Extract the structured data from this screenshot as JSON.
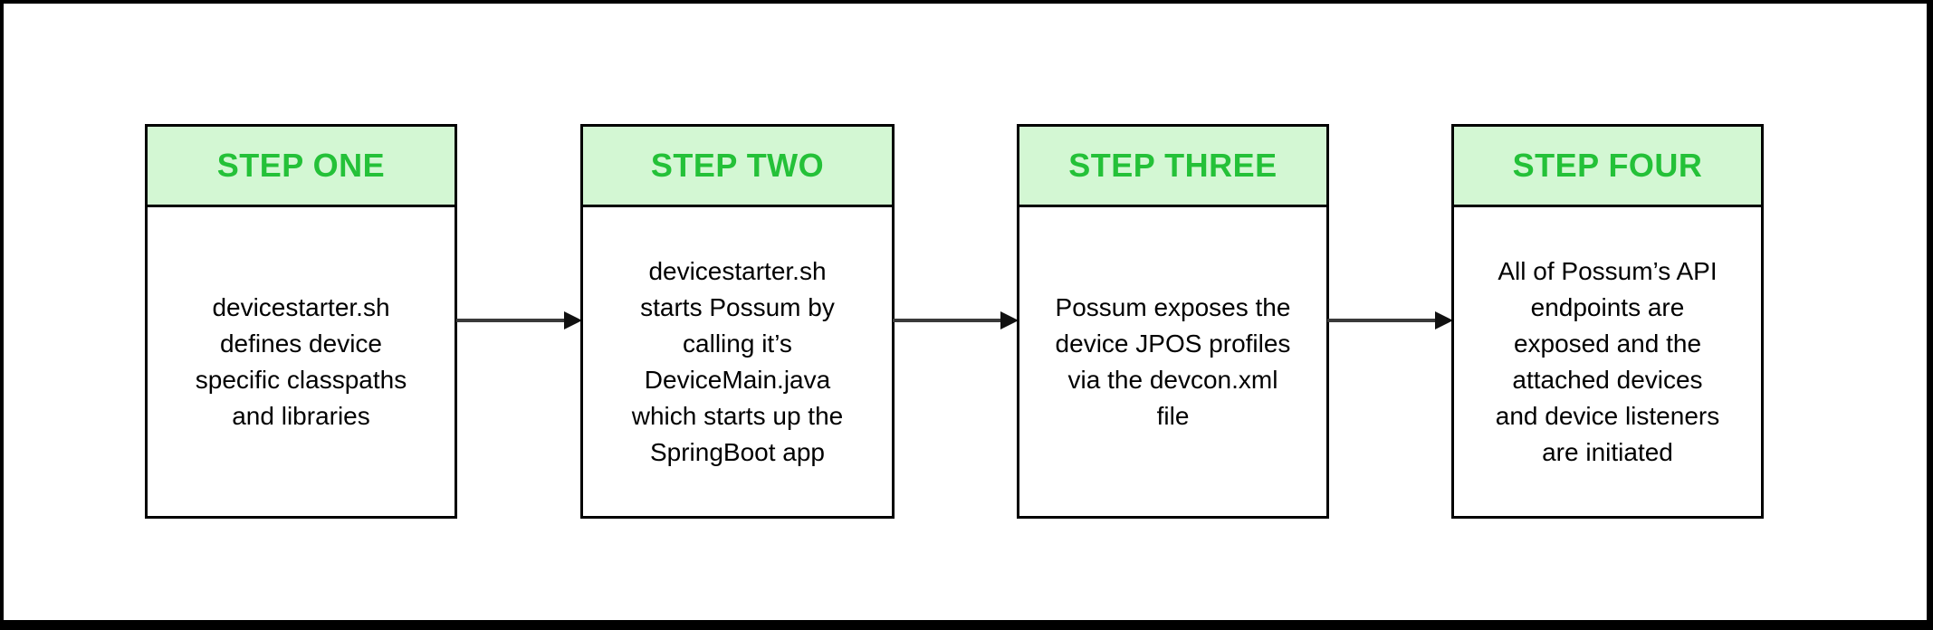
{
  "diagram": {
    "steps": [
      {
        "title": "STEP ONE",
        "body": "devicestarter.sh\ndefines device\nspecific classpaths\nand libraries"
      },
      {
        "title": "STEP TWO",
        "body": "devicestarter.sh\nstarts Possum by\ncalling it’s\nDeviceMain.java\nwhich starts up the\nSpringBoot app"
      },
      {
        "title": "STEP THREE",
        "body": "Possum exposes the\ndevice JPOS profiles\nvia the devcon.xml\nfile"
      },
      {
        "title": "STEP FOUR",
        "body": "All of Possum’s API\nendpoints are\nexposed and the\nattached devices\nand device listeners\nare initiated"
      }
    ],
    "colors": {
      "header_bg": "#d3f7d3",
      "header_text": "#24c138",
      "box_border": "#000000",
      "arrow_line": "#3a3a3a",
      "arrow_head": "#111111",
      "canvas_bg": "#ffffff",
      "frame": "#000000"
    }
  }
}
